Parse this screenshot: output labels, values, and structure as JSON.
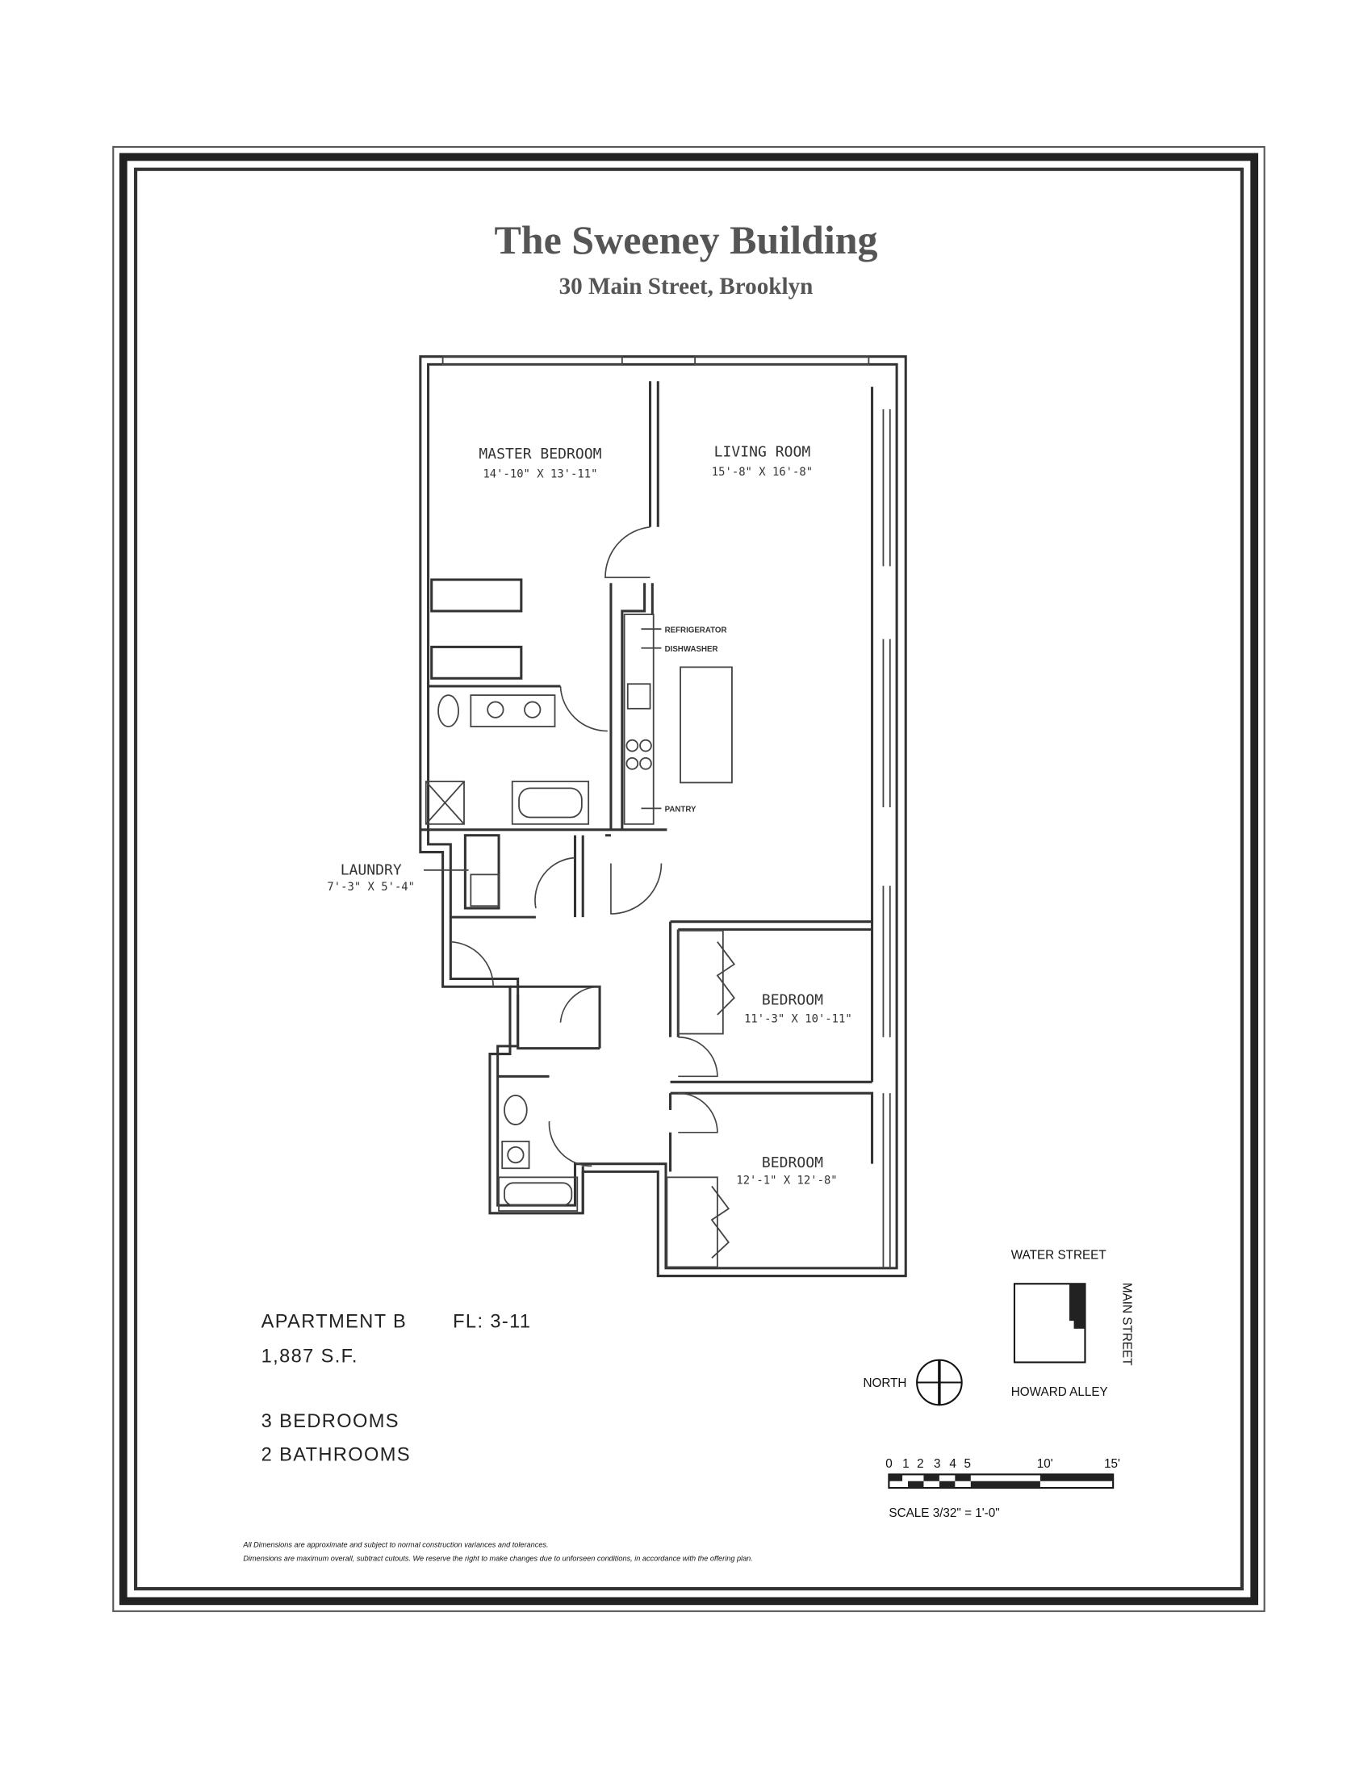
{
  "header": {
    "title": "The Sweeney Building",
    "subtitle": "30 Main Street, Brooklyn"
  },
  "rooms": {
    "master_bedroom": {
      "name": "MASTER BEDROOM",
      "dims": "14'-10\" X 13'-11\""
    },
    "living_room": {
      "name": "LIVING ROOM",
      "dims": "15'-8\" X 16'-8\""
    },
    "laundry": {
      "name": "LAUNDRY",
      "dims": "7'-3\" X 5'-4\""
    },
    "bedroom_1": {
      "name": "BEDROOM",
      "dims": "11'-3\" X 10'-11\""
    },
    "bedroom_2": {
      "name": "BEDROOM",
      "dims": "12'-1\" X 12'-8\""
    }
  },
  "appliances": {
    "refrigerator": "REFRIGERATOR",
    "dishwasher": "DISHWASHER",
    "pantry": "PANTRY"
  },
  "apartment": {
    "unit": "APARTMENT B",
    "floors": "FL: 3-11",
    "area": "1,887 S.F.",
    "bedrooms": "3 BEDROOMS",
    "bathrooms": "2 BATHROOMS"
  },
  "site_map": {
    "north": "WATER STREET",
    "east": "MAIN STREET",
    "south": "HOWARD ALLEY",
    "compass_label": "NORTH"
  },
  "scale": {
    "ticks": [
      "0",
      "1",
      "2",
      "3",
      "4",
      "5",
      "10'",
      "15'"
    ],
    "label": "SCALE 3/32\" = 1'-0\""
  },
  "disclaimers": [
    "All Dimensions are approximate and subject to normal construction variances and tolerances.",
    "Dimensions are maximum overall, subtract cutouts.  We reserve the right to make changes due to unforseen conditions, in accordance with the offering plan."
  ],
  "colors": {
    "ink": "#333333",
    "title": "#555555"
  }
}
